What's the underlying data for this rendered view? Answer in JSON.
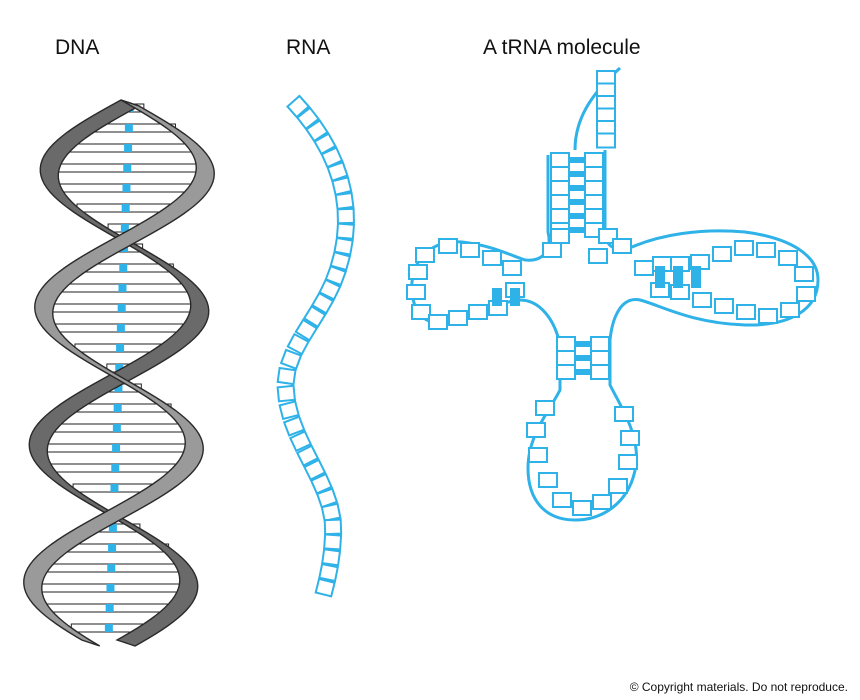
{
  "labels": {
    "dna": "DNA",
    "rna": "RNA",
    "trna": "A tRNA molecule"
  },
  "footer": {
    "copyright": "© Copyright materials. Do not reproduce."
  },
  "colors": {
    "nucleotide_blue": "#2fb2e8",
    "backbone_gray": "#8a8a8a",
    "backbone_dark": "#3a3a3a",
    "text": "#111111"
  }
}
